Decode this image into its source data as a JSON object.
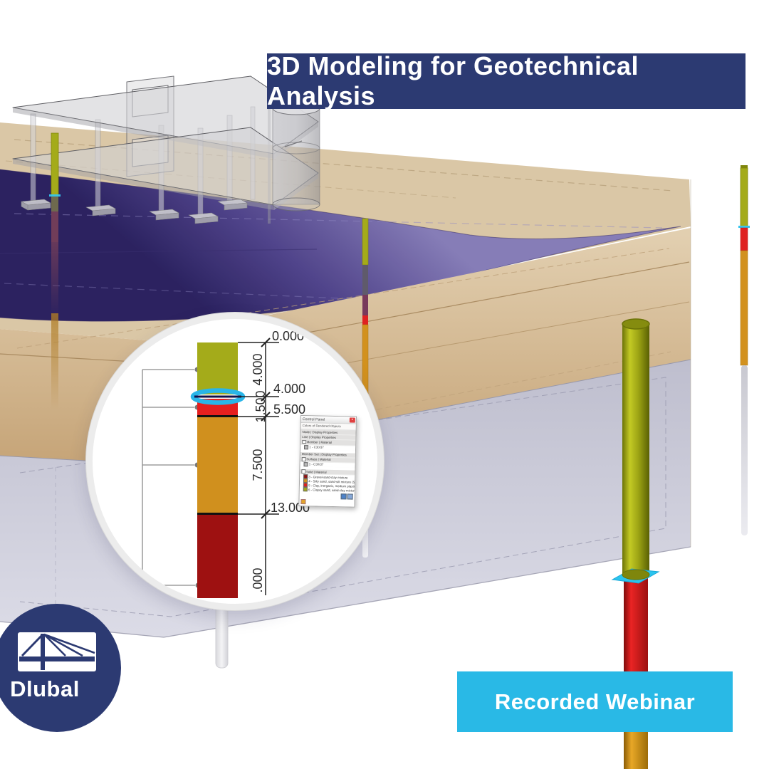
{
  "banners": {
    "title": "3D Modeling for Geotechnical Analysis",
    "webinar": "Recorded Webinar"
  },
  "logo": {
    "brand": "Dlubal"
  },
  "colors": {
    "navy": "#2c3a72",
    "cyan": "#29b9e6",
    "selection_cyan": "#2bc4ee",
    "soil_olive": "#a4ab1a",
    "soil_red": "#df2121",
    "soil_orange": "#d2911e",
    "soil_dark_red": "#9e1111",
    "groundwater_purple": "#40337c",
    "upper_soil_tan": "#d5ba94",
    "lower_soil_gray": "#c6c6d6"
  },
  "magnifier": {
    "depth_labels": [
      "0.000",
      "4.000",
      "5.500",
      "13.000"
    ],
    "thickness_labels": [
      "4.000",
      "1.500",
      "7.500",
      ".000"
    ],
    "layers": [
      {
        "material": "6 - Clayey sand, sand-clay mixture",
        "color": "#a4ab1a",
        "from": "0.000",
        "to": "4.000"
      },
      {
        "material": "5 - Clay, inorganic, medium plastic",
        "color": "#df2121",
        "from": "4.000",
        "to": "5.500"
      },
      {
        "material": "4 - Silty sand, sand-silt mixture (SM",
        "color": "#d2911e",
        "from": "5.500",
        "to": "13.000"
      },
      {
        "material": "3 - Gravel-sand-clay mixture",
        "color": "#8f1212",
        "from": "13.000",
        "to": ""
      }
    ]
  },
  "control_panel": {
    "title": "Control Panel",
    "close_glyph": "×",
    "subtitle": "Colors of Rendered Objects",
    "rows": [
      {
        "type": "header",
        "label": "Node | Display Properties"
      },
      {
        "type": "header",
        "label": "Line | Display Properties"
      },
      {
        "type": "header",
        "label": "Member | Material",
        "checkbox": true
      },
      {
        "type": "item",
        "swatch": "#b9b9b9",
        "label": "1 - C30/37"
      },
      {
        "type": "spacer"
      },
      {
        "type": "header",
        "label": "Member Set | Display Properties"
      },
      {
        "type": "header",
        "label": "Surface | Material",
        "checkbox": true
      },
      {
        "type": "item",
        "swatch": "#b9b9b9",
        "label": "1 - C30/37"
      },
      {
        "type": "spacer"
      },
      {
        "type": "header",
        "label": "Solid | Material",
        "checkbox": true
      },
      {
        "type": "item",
        "swatch": "#8f1212",
        "label": "3 - Gravel-sand-clay mixture"
      },
      {
        "type": "item",
        "swatch": "#d2911e",
        "label": "4 - Silty sand, sand-silt mixture (SM"
      },
      {
        "type": "item",
        "swatch": "#df2121",
        "label": "5 - Clay, inorganic, medium plastic"
      },
      {
        "type": "item",
        "swatch": "#a4ab1a",
        "label": "6 - Clayey sand, sand-clay mixture"
      }
    ]
  }
}
